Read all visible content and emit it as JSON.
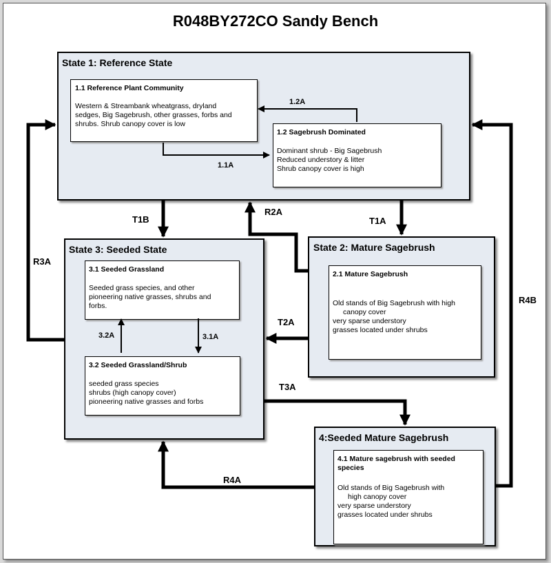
{
  "title": "R048BY272CO Sandy Bench",
  "states": {
    "s1": {
      "title": "State 1: Reference State",
      "c11": {
        "title": "1.1 Reference Plant Community",
        "lines": [
          "Western & Streambank wheatgrass, dryland",
          "sedges, Big Sagebrush, other grasses, forbs and",
          "shrubs.  Shrub canopy cover is low"
        ]
      },
      "c12": {
        "title": "1.2 Sagebrush Dominated",
        "lines": [
          "Dominant shrub - Big Sagebrush",
          "Reduced understory & litter",
          "Shrub canopy cover is high"
        ]
      }
    },
    "s2": {
      "title": "State 2: Mature Sagebrush",
      "c21": {
        "title": "2.1 Mature Sagebrush",
        "lines": [
          "Old stands of Big Sagebrush with high",
          "canopy cover",
          "very sparse understory",
          "grasses located under shrubs"
        ]
      }
    },
    "s3": {
      "title": "State 3: Seeded State",
      "c31": {
        "title": "3.1 Seeded Grassland",
        "lines": [
          "Seeded grass species, and other",
          "pioneering native grasses, shrubs and",
          "forbs."
        ]
      },
      "c32": {
        "title": "3.2 Seeded Grassland/Shrub",
        "lines": [
          "seeded grass species",
          "shrubs (high canopy cover)",
          "pioneering native grasses and forbs"
        ]
      }
    },
    "s4": {
      "title": "4:Seeded Mature Sagebrush",
      "c41": {
        "title_lines": [
          "4.1 Mature sagebrush with seeded",
          "species"
        ],
        "lines": [
          "Old stands of Big Sagebrush with",
          "high canopy cover",
          "very sparse understory",
          "grasses located under shrubs"
        ]
      }
    }
  },
  "transitions": {
    "t1a": "T1A",
    "t1b": "T1B",
    "t2a": "T2A",
    "t3a": "T3A",
    "r2a": "R2A",
    "r3a": "R3A",
    "r4a": "R4A",
    "r4b": "R4B",
    "p11a": "1.1A",
    "p12a": "1.2A",
    "p31a": "3.1A",
    "p32a": "3.2A"
  }
}
